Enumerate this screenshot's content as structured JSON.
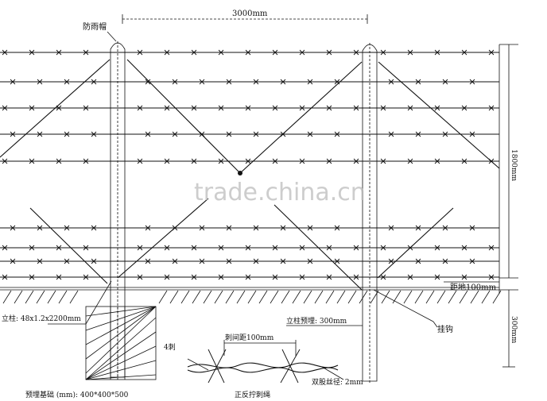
{
  "labels": {
    "rain_cap": "防雨帽",
    "span": "3000mm",
    "height": "1800mm",
    "ground_clearance": "距地100mm",
    "post_spec": "立柱: 48x1.2x2200mm",
    "post_embed": "立柱预埋: 300mm",
    "hook": "挂钩",
    "embed_depth": "300mm",
    "foundation": "预埋基础 (mm): 400*400*500",
    "barb_count": "4刺",
    "barb_spacing": "刺间距100mm",
    "strand_dia": "双股丝径: 2mm",
    "twist_rope": "正反拧刺绳"
  },
  "watermark": "trade.china.cn"
}
